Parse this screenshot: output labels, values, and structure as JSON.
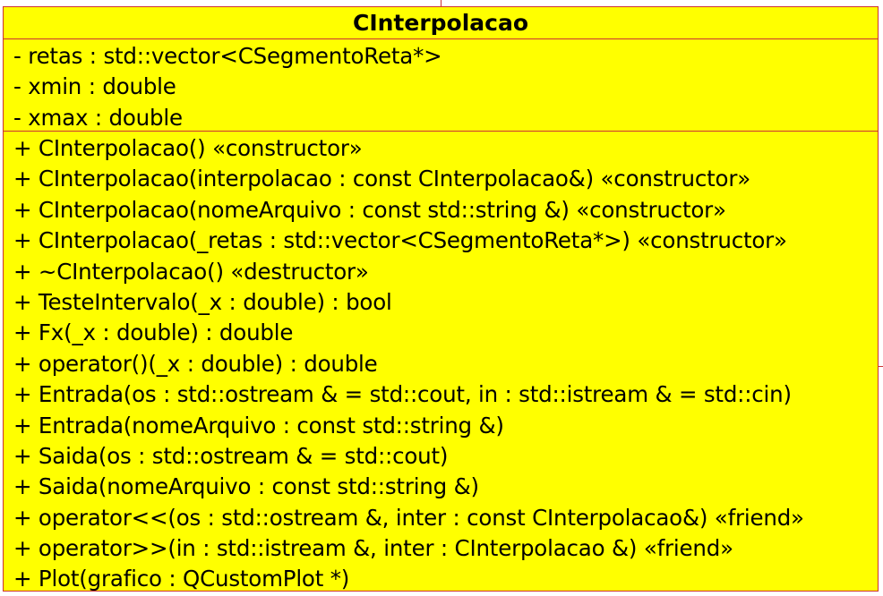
{
  "class": {
    "name": "CInterpolacao",
    "attributes": [
      "- retas : std::vector<CSegmentoReta*>",
      "- xmin : double",
      "- xmax : double"
    ],
    "operations": [
      "+ CInterpolacao() «constructor»",
      "+ CInterpolacao(interpolacao : const CInterpolacao&) «constructor»",
      "+ CInterpolacao(nomeArquivo : const std::string &) «constructor»",
      "+ CInterpolacao(_retas : std::vector<CSegmentoReta*>) «constructor»",
      "+ ~CInterpolacao() «destructor»",
      "+ TesteIntervalo(_x : double) : bool",
      "+ Fx(_x : double) : double",
      "+ operator()(_x : double) : double",
      "+ Entrada(os : std::ostream & = std::cout, in : std::istream & = std::cin)",
      "+ Entrada(nomeArquivo : const std::string &)",
      "+ Saida(os : std::ostream & = std::cout)",
      "+ Saida(nomeArquivo : const std::string &)",
      "+ operator<<(os : std::ostream &, inter : const CInterpolacao&) «friend»",
      "+ operator>>(in : std::istream &, inter : CInterpolacao &) «friend»",
      "+ Plot(grafico : QCustomPlot *)"
    ]
  },
  "colors": {
    "fill": "#ffff00",
    "border": "#cc3333",
    "text": "#000000"
  }
}
